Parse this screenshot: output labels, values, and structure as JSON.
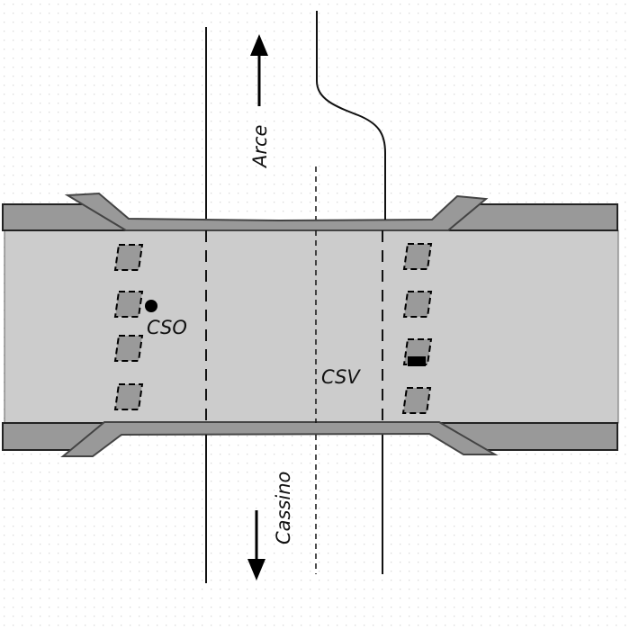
{
  "labels": {
    "north": "Arce",
    "south": "Cassino",
    "west_point": "CSO",
    "east_point": "CSV"
  },
  "colors": {
    "background": "#ffffff",
    "grid_dot": "#d6d6d6",
    "band_fill": "#cccccc",
    "sidewalk_fill": "#999999",
    "outline": "#444444",
    "car_fill": "#9a9a9a",
    "ink": "#000000"
  },
  "west_cars": 4,
  "east_cars": 4
}
